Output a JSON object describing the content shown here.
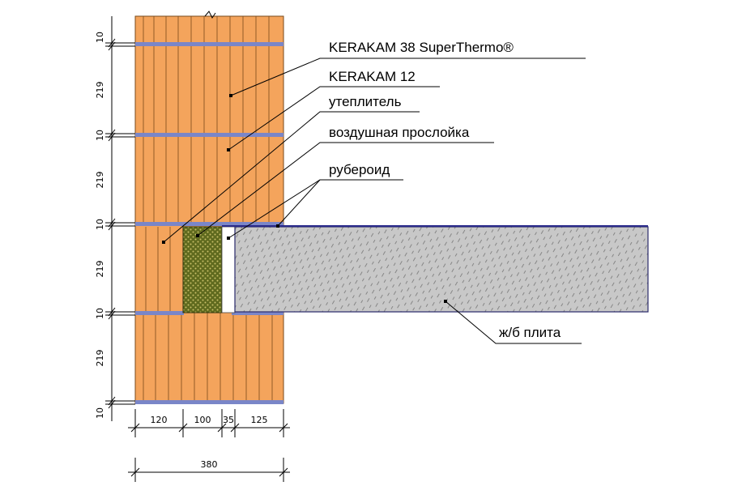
{
  "labels": {
    "block38": "KERAKAM 38 SuperThermo®",
    "block12": "KERAKAM 12",
    "insulation": "утеплитель",
    "air_gap": "воздушная прослойка",
    "roofing_felt": "рубероид",
    "slab": "ж/б плита"
  },
  "vertical_dims": [
    "10",
    "219",
    "10",
    "219",
    "10",
    "219",
    "10",
    "219",
    "10"
  ],
  "horizontal_dims": [
    "120",
    "100",
    "35",
    "125"
  ],
  "total_dim": "380",
  "colors": {
    "brick": "#f4a45c",
    "brick_line": "#7a4a1a",
    "mortar": "#7a86c8",
    "insulation": "#5f6a1e",
    "concrete": "#c8c8c8"
  }
}
